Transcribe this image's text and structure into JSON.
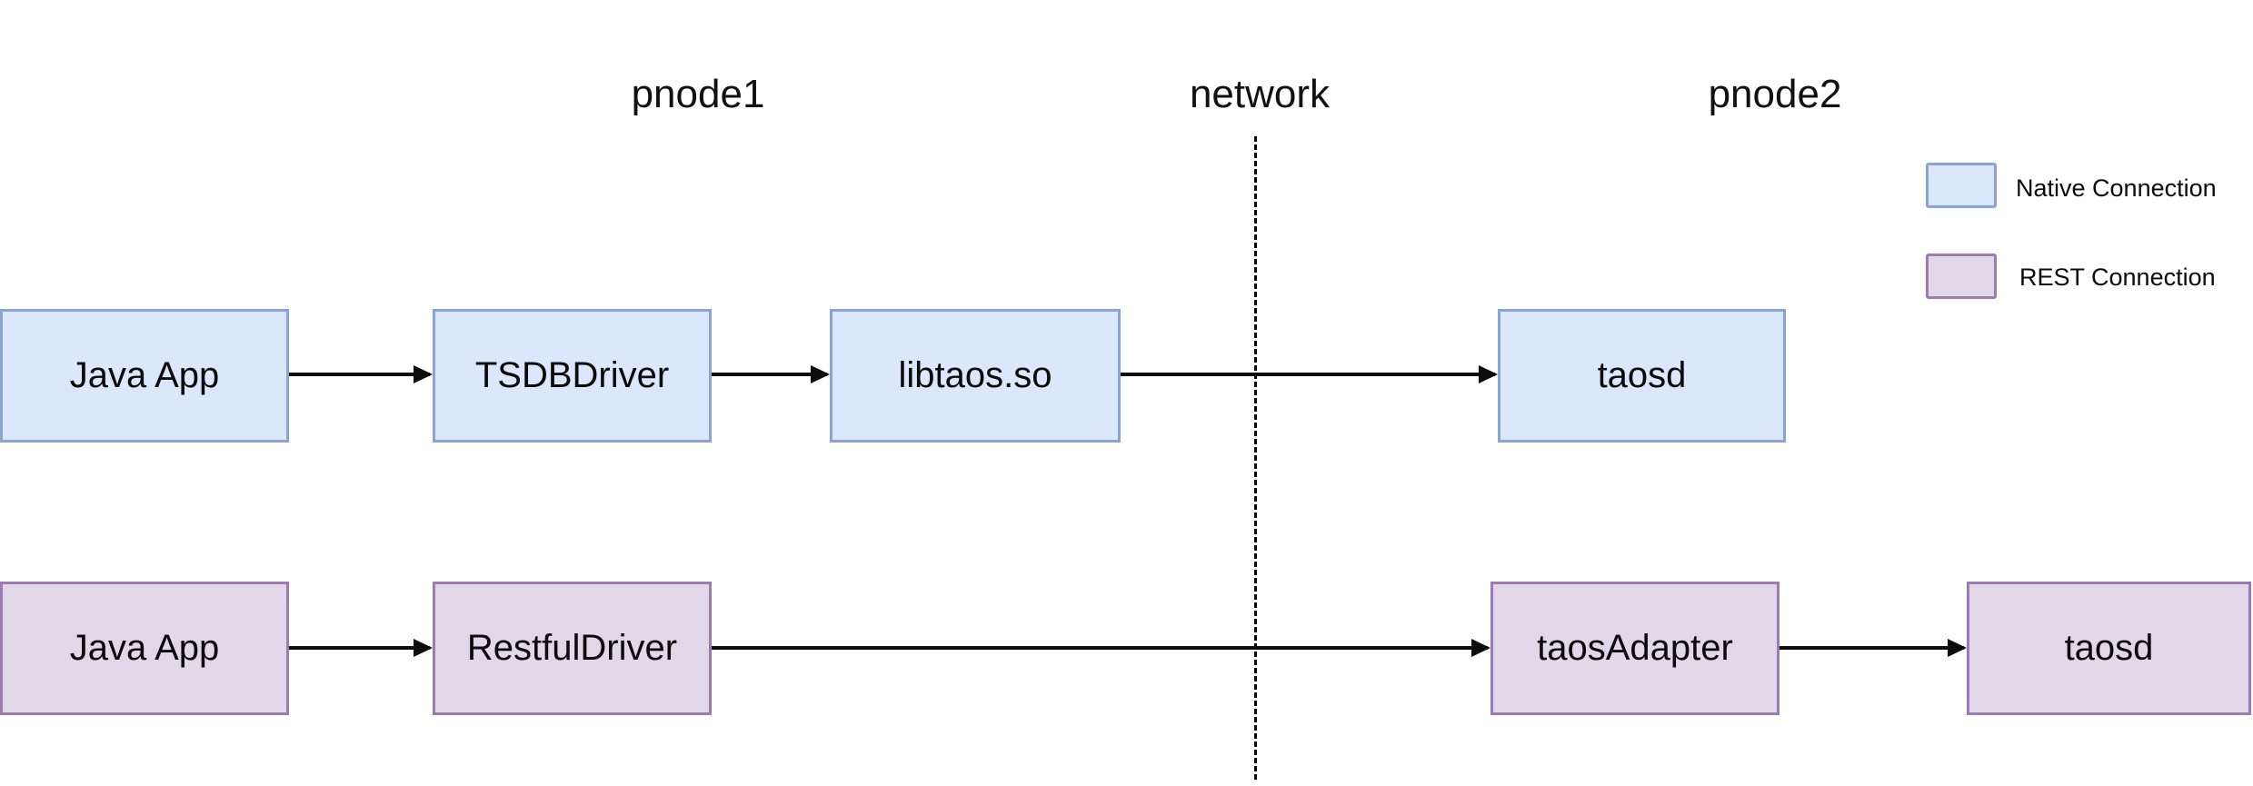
{
  "labels": {
    "pnode1": "pnode1",
    "network": "network",
    "pnode2": "pnode2"
  },
  "native_row": {
    "name": "Native Connection flow",
    "nodes": [
      {
        "label": "Java App"
      },
      {
        "label": "TSDBDriver"
      },
      {
        "label": "libtaos.so"
      },
      {
        "label": "taosd"
      }
    ]
  },
  "rest_row": {
    "name": "REST Connection flow",
    "nodes": [
      {
        "label": "Java App"
      },
      {
        "label": "RestfulDriver"
      },
      {
        "label": "taosAdapter"
      },
      {
        "label": "taosd"
      }
    ]
  },
  "legend": {
    "items": [
      {
        "label": "Native Connection",
        "fill": "#dbe8fb",
        "border": "#8aa5d3"
      },
      {
        "label": "REST Connection",
        "fill": "#e2d6e9",
        "border": "#9c7cb0"
      }
    ]
  },
  "colors": {
    "native_fill": "#dbe8fb",
    "native_border": "#8aa5d3",
    "rest_fill": "#e2d6e9",
    "rest_border": "#9c7cb0",
    "line": "#0d0d0d",
    "background": "#ffffff"
  }
}
